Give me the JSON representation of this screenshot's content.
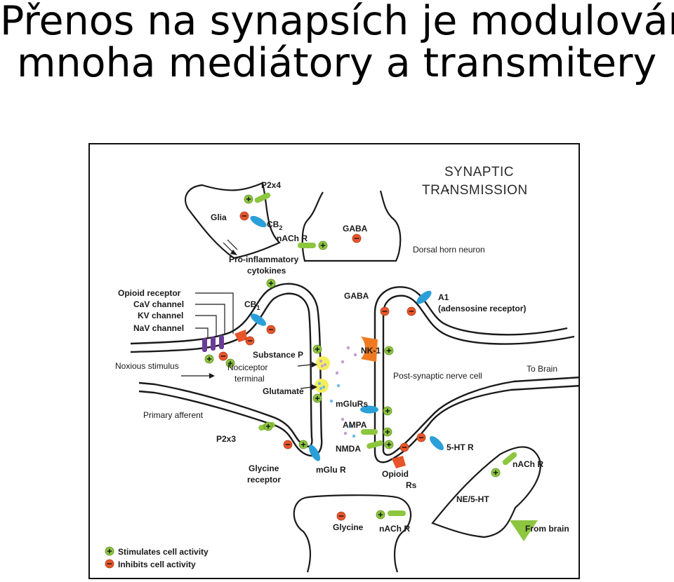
{
  "title": {
    "line1": "Přenos na synapsích je modulován",
    "line2": "mnoha mediátory a transmitery"
  },
  "diagram": {
    "heading_line1": "SYNAPTIC",
    "heading_line2": "TRANSMISSION",
    "labels": {
      "p2x4": "P2x4",
      "glia": "Glia",
      "cb2": "CB",
      "cb2_sub": "2",
      "nach_r_top": "nACh R",
      "gaba_top": "GABA",
      "dorsal_horn": "Dorsal horn neuron",
      "proinflam_1": "Pro-inflammatory",
      "proinflam_2": "cytokines",
      "opioid_receptor": "Opioid receptor",
      "cav_channel": "CaV channel",
      "kv_channel": "KV channel",
      "nav_channel": "NaV channel",
      "cb1": "CB",
      "cb1_sub": "1",
      "gaba_mid": "GABA",
      "a1": "A1",
      "a1_desc": "(adensosine receptor)",
      "substance_p": "Substance P",
      "nk1": "NK-1",
      "noxious": "Noxious stimulus",
      "nociceptor_1": "Nociceptor",
      "nociceptor_2": "terminal",
      "post_synaptic": "Post-synaptic nerve cell",
      "to_brain": "To Brain",
      "glutamate": "Glutamate",
      "mglurs": "mGluRs",
      "primary_afferent": "Primary afferent",
      "ampa": "AMPA",
      "p2x3": "P2x3",
      "nmda": "NMDA",
      "ht5_r": "5-HT R",
      "glycine_receptor_1": "Glycine",
      "glycine_receptor_2": "receptor",
      "mglu_r": "mGlu R",
      "opioid_rs_1": "Opioid",
      "opioid_rs_2": "Rs",
      "nach_r_right": "nACh R",
      "ne_5ht": "NE/5-HT",
      "glycine_bottom": "Glycine",
      "nach_r_bottom": "nACh R",
      "from_brain": "From brain"
    },
    "legend": {
      "stimulates": "Stimulates cell activity",
      "inhibits": "Inhibits cell activity"
    },
    "colors": {
      "membrane": "#1a1a1a",
      "stimulate_green": "#8dc63f",
      "inhibit_red": "#e8552a",
      "receptor_blue": "#2b9fd8",
      "channel_purple": "#6a3d9a",
      "receptor_orange": "#f07a22",
      "vesicle_yellow": "#f3ee5a",
      "molecule_lilac": "#c39bd3",
      "molecule_blue": "#6fb7e8"
    }
  }
}
